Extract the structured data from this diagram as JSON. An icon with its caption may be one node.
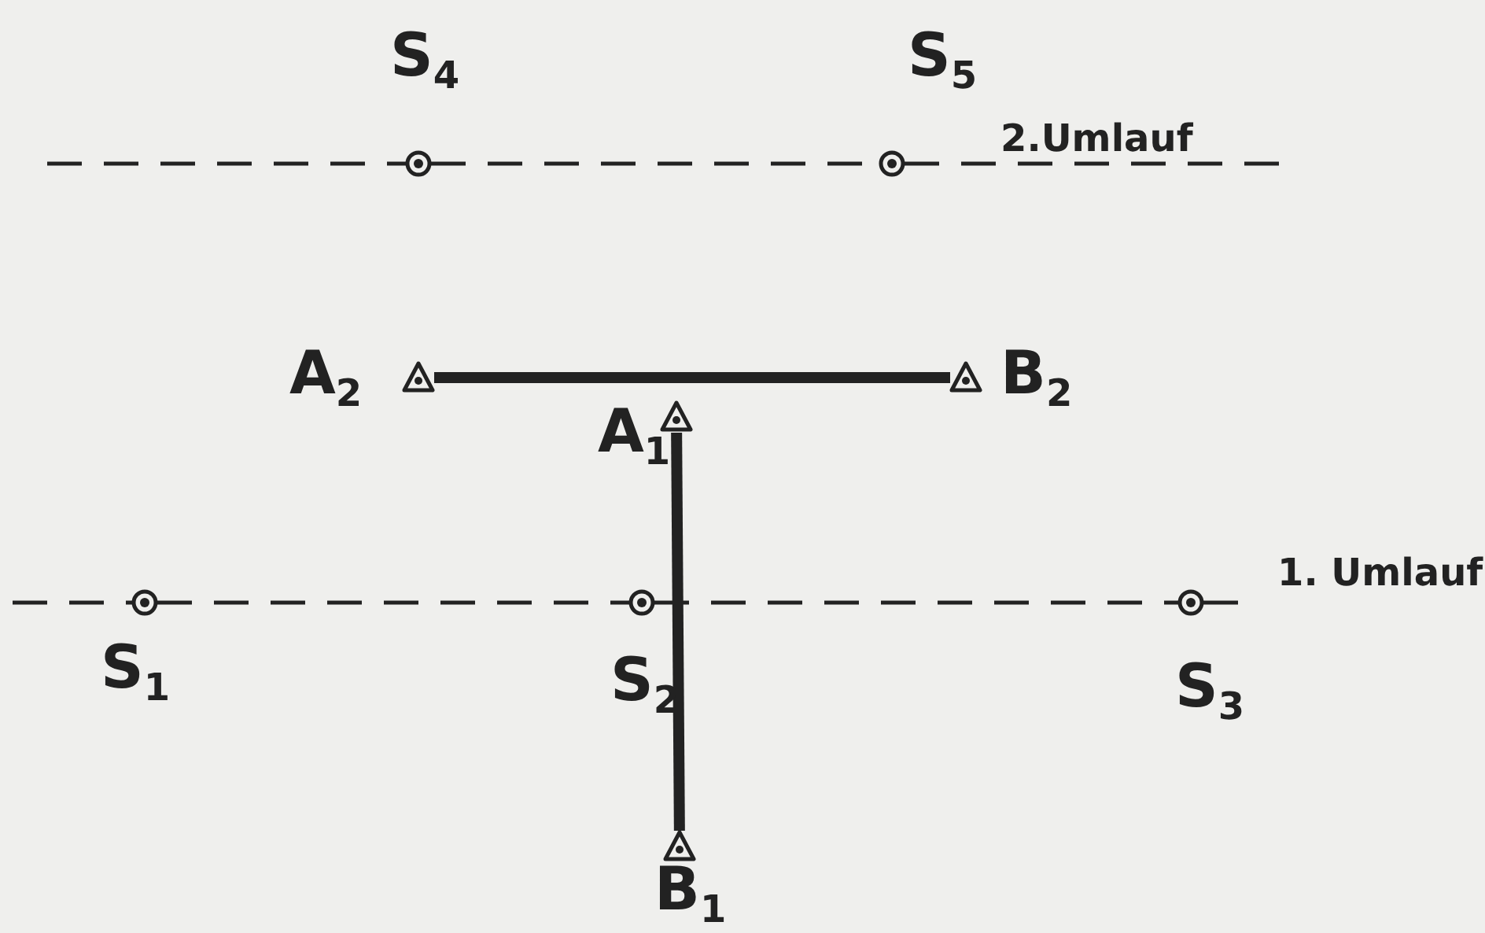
{
  "diagram": {
    "nodes": [
      {
        "text": [],
        "shape": "circle",
        "beside": [
          "S$_{4}$"
        ]
      },
      {
        "text": [],
        "shape": "circle",
        "beside": [
          "S$_{5}$"
        ]
      },
      {
        "text": [],
        "shape": "triangle",
        "beside": [
          "A$_{2}$"
        ]
      },
      {
        "text": [],
        "shape": "triangle",
        "beside": [
          "B$_{2}$"
        ]
      },
      {
        "text": [],
        "shape": "triangle",
        "beside": [
          "A$_{1}$"
        ]
      },
      {
        "text": [],
        "shape": "circle",
        "beside": [
          "S$_{1}$"
        ]
      },
      {
        "text": [],
        "shape": "circle",
        "beside": [
          "S$_{2}$"
        ]
      },
      {
        "text": [],
        "shape": "circle",
        "beside": [
          "S$_{3}$"
        ]
      },
      {
        "text": [],
        "shape": "triangle",
        "beside": [
          "B$_{1}$"
        ]
      }
    ],
    "edges": [
      {
        "from": null,
        "to": 0,
        "arrow": "none",
        "style": "dashed"
      },
      {
        "from": 0,
        "to": 1,
        "arrow": "none",
        "style": "dashed"
      },
      {
        "from": 1,
        "to": null,
        "arrow": "none",
        "style": "dashed"
      },
      {
        "from": 2,
        "to": 3,
        "arrow": "none",
        "style": "thick"
      },
      {
        "from": 4,
        "to": 8,
        "arrow": "none",
        "style": "thick"
      },
      {
        "from": null,
        "to": 5,
        "arrow": "none",
        "style": "dashed"
      },
      {
        "from": 5,
        "to": 6,
        "arrow": "none",
        "style": "dashed"
      },
      {
        "from": 6,
        "to": 7,
        "arrow": "none",
        "style": "dashed"
      },
      {
        "from": 7,
        "to": null,
        "arrow": "none",
        "style": "dashed"
      }
    ],
    "labels": [
      "2.Umlauf",
      "1. Umlauf"
    ]
  }
}
